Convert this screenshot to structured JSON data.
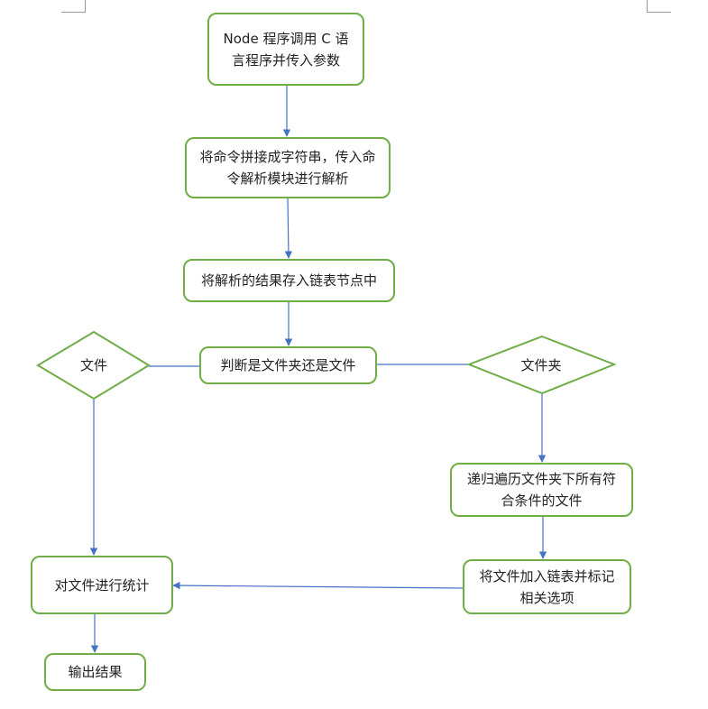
{
  "nodes": {
    "start": "Node 程序调用 C 语言程序并传入参数",
    "concat": "将命令拼接成字符串，传入命令解析模块进行解析",
    "store": "将解析的结果存入链表节点中",
    "judge": "判断是文件夹还是文件",
    "file_decision": "文件",
    "folder_decision": "文件夹",
    "traverse": "递归遍历文件夹下所有符合条件的文件",
    "add_list": "将文件加入链表并标记相关选项",
    "stats": "对文件进行统计",
    "output": "输出结果"
  },
  "colors": {
    "node_border": "#70ad47",
    "arrow": "#4472c4"
  }
}
